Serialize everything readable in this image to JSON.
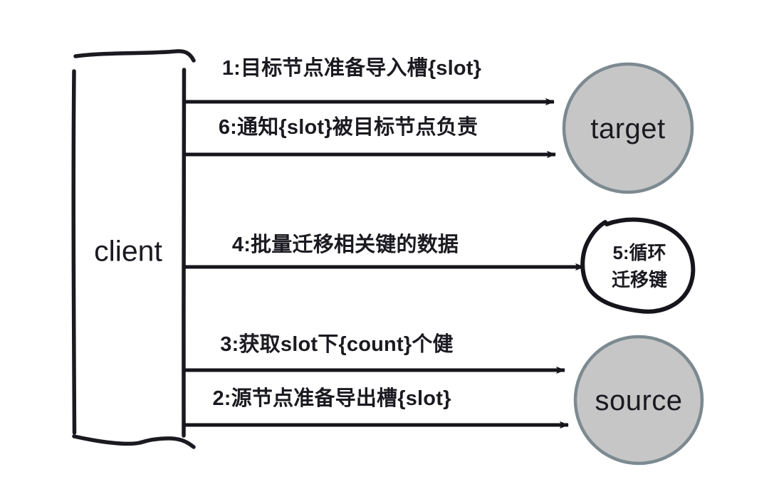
{
  "diagram": {
    "type": "sequence-diagram",
    "title": "Redis Cluster slot migration sequence",
    "background_color": "#ffffff",
    "ink_color": "#1a1a20",
    "node_fill_color": "#c6c6c6",
    "node_border_color": "#7c8a90"
  },
  "participants": {
    "client": {
      "label": "client",
      "shape": "hand-drawn-box"
    },
    "target": {
      "label": "target",
      "shape": "circle"
    },
    "source": {
      "label": "source",
      "shape": "circle"
    }
  },
  "messages": [
    {
      "number": "1",
      "label": "1:目标节点准备导入槽{slot}",
      "from": "client",
      "to": "target"
    },
    {
      "number": "6",
      "label": "6:通知{slot}被目标节点负责",
      "from": "client",
      "to": "target"
    },
    {
      "number": "4",
      "label": "4:批量迁移相关键的数据",
      "from": "client",
      "to": "loop"
    },
    {
      "number": "3",
      "label": "3:获取slot下{count}个健",
      "from": "client",
      "to": "source"
    },
    {
      "number": "2",
      "label": "2:源节点准备导出槽{slot}",
      "from": "client",
      "to": "source"
    }
  ],
  "loop_note": {
    "number": "5",
    "line1": "5:循环",
    "line2": "迁移键",
    "shape": "hand-drawn-blob"
  }
}
